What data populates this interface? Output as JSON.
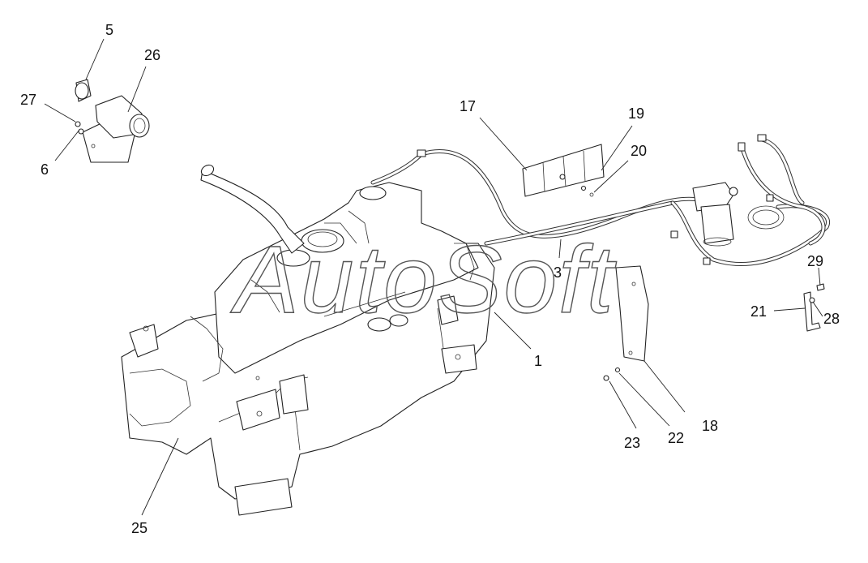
{
  "watermark": "AutoSoft",
  "labels": {
    "l1": "1",
    "l3": "3",
    "l5": "5",
    "l6": "6",
    "l17": "17",
    "l18": "18",
    "l19": "19",
    "l20": "20",
    "l21": "21",
    "l22": "22",
    "l23": "23",
    "l25": "25",
    "l26": "26",
    "l27": "27",
    "l28": "28",
    "l29": "29"
  }
}
